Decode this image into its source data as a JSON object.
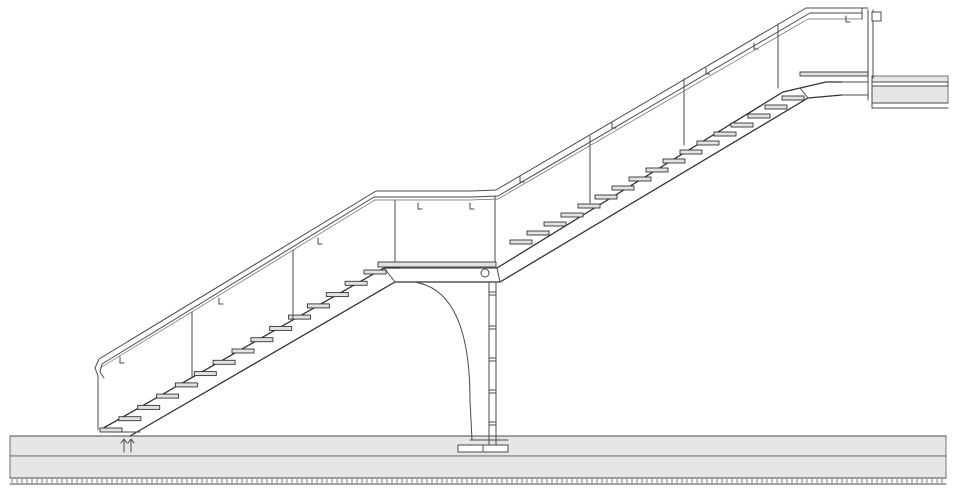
{
  "drawing": {
    "kind": "staircase-elevation",
    "flights": [
      {
        "name": "lower-flight",
        "treads": 15
      },
      {
        "name": "upper-flight",
        "treads": 17
      }
    ],
    "line_color": "#4a4a4a",
    "tread_fill": "#e2e2e2",
    "slab_fill": "#e6e6e6"
  }
}
